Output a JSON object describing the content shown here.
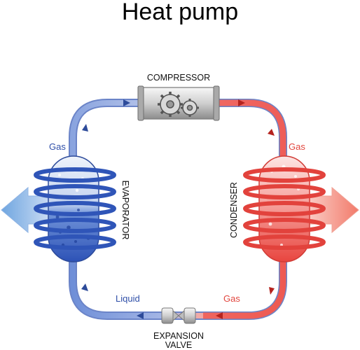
{
  "title": "Heat pump",
  "components": {
    "compressor": "COMPRESSOR",
    "evaporator": "EVAPORATOR",
    "condenser": "CONDENSER",
    "expansion_valve_line1": "EXPANSION",
    "expansion_valve_line2": "VALVE"
  },
  "flow_labels": {
    "evaporator_outlet": "Gas",
    "condenser_inlet": "Gas",
    "condenser_outlet": "Gas",
    "valve_outlet": "Liquid"
  },
  "colors": {
    "cold": "#3a62c4",
    "cold_light": "#c9d8f2",
    "hot": "#e8453f",
    "hot_light": "#f7c6c3",
    "metal": "#9a9a9a"
  },
  "icons": {
    "gears": "gears-icon",
    "heat_out": "arrow-right-icon",
    "heat_in": "arrow-left-icon"
  }
}
